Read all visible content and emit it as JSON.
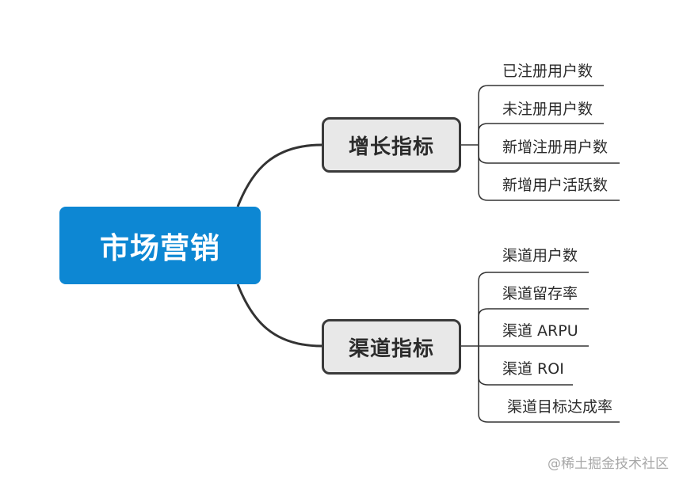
{
  "root": {
    "label": "市场营销"
  },
  "branches": [
    {
      "label": "增长指标",
      "leaves": [
        "已注册用户数",
        "未注册用户数",
        "新增注册用户数",
        "新增用户活跃数"
      ]
    },
    {
      "label": "渠道指标",
      "leaves": [
        "渠道用户数",
        "渠道留存率",
        "渠道 ARPU",
        "渠道 ROI",
        "渠道目标达成率"
      ]
    }
  ],
  "watermark": "@稀土掘金技术社区",
  "colors": {
    "root": "#0d87d3",
    "branch_fill": "#e8e8e8",
    "line": "#333333"
  }
}
